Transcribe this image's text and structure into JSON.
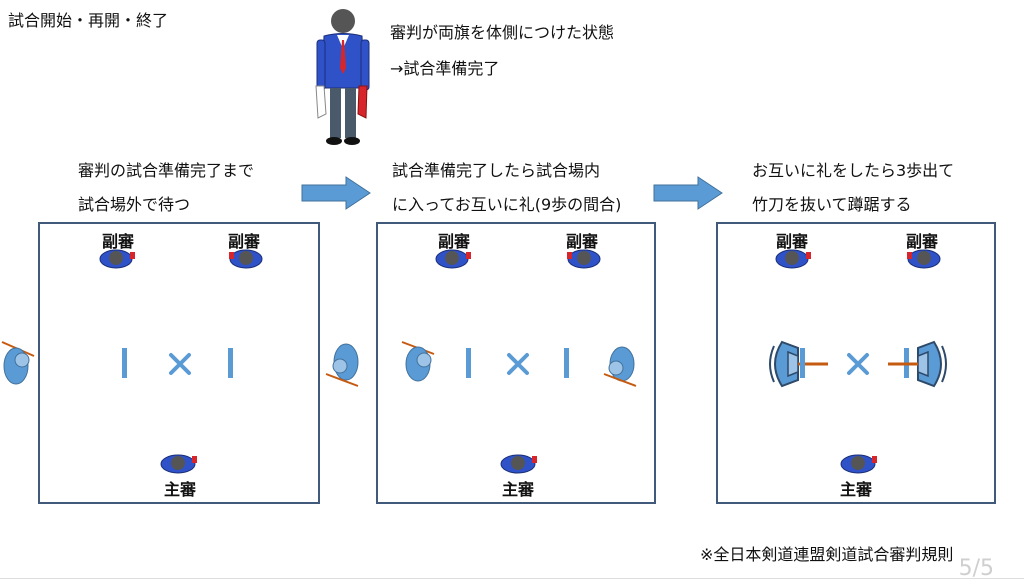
{
  "title": "試合開始・再開・終了",
  "referee_note": {
    "line1": "審判が両旗を体側につけた状態",
    "line2": "→試合準備完了"
  },
  "steps": [
    {
      "caption_line1": "審判の試合準備完了まで",
      "caption_line2": "試合場外で待つ",
      "sub_referee_left": "副審",
      "sub_referee_right": "副審",
      "chief_referee": "主審"
    },
    {
      "caption_line1": "試合準備完了したら試合場内",
      "caption_line2": "に入ってお互いに礼(9歩の間合)",
      "sub_referee_left": "副審",
      "sub_referee_right": "副審",
      "chief_referee": "主審"
    },
    {
      "caption_line1": "お互いに礼をしたら3歩出て",
      "caption_line2": "竹刀を抜いて蹲踞する",
      "sub_referee_left": "副審",
      "sub_referee_right": "副審",
      "chief_referee": "主審"
    }
  ],
  "source": "※全日本剣道連盟剣道試合審判規則",
  "page_number": "5/5",
  "colors": {
    "court_border": "#41597a",
    "mark_blue": "#5b9bd5",
    "arrow_blue": "#5b9bd5",
    "player_blue": "#5b9bd5",
    "shinai_orange": "#c55a11",
    "referee_jacket": "#2f52c8",
    "tie_red": "#d7262b",
    "flag_red": "#d7262b"
  }
}
